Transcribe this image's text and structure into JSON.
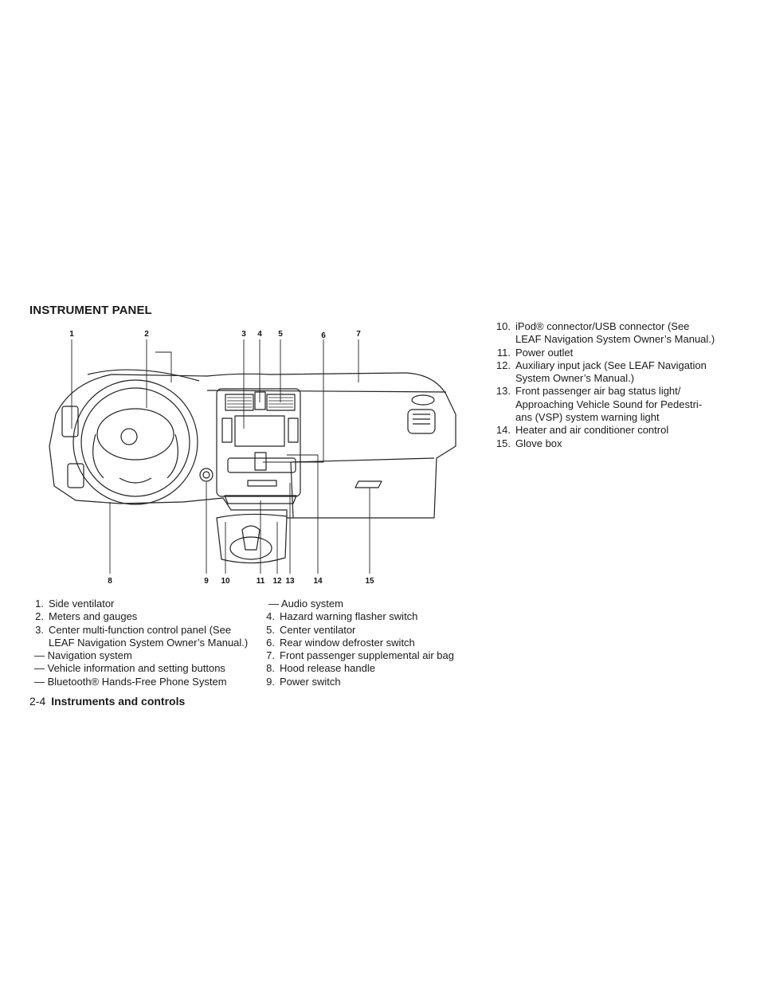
{
  "section_title": "INSTRUMENT PANEL",
  "callouts": [
    "1",
    "2",
    "3",
    "4",
    "5",
    "6",
    "7",
    "8",
    "9",
    "10",
    "11",
    "12",
    "13",
    "14",
    "15"
  ],
  "right_items": [
    {
      "num": "10.",
      "lines": [
        "iPod® connector/USB connector (See",
        "LEAF Navigation System Owner’s Manual.)"
      ]
    },
    {
      "num": "11.",
      "lines": [
        "Power outlet"
      ]
    },
    {
      "num": "12.",
      "lines": [
        "Auxiliary input jack (See LEAF Navigation",
        "System Owner’s Manual.)"
      ]
    },
    {
      "num": "13.",
      "lines": [
        "Front passenger air bag status light/",
        "Approaching Vehicle Sound for Pedestri-",
        "ans (VSP) system warning light"
      ]
    },
    {
      "num": "14.",
      "lines": [
        "Heater and air conditioner control"
      ]
    },
    {
      "num": "15.",
      "lines": [
        "Glove box"
      ]
    }
  ],
  "left_items": [
    {
      "num": "1.",
      "lines": [
        "Side ventilator"
      ]
    },
    {
      "num": "2.",
      "lines": [
        "Meters and gauges"
      ]
    },
    {
      "num": "3.",
      "lines": [
        "Center multi-function control panel (See",
        "LEAF Navigation System Owner’s Manual.)"
      ]
    }
  ],
  "left_subitems": [
    "— Navigation system",
    "— Vehicle information and setting buttons",
    "— Bluetooth® Hands-Free Phone System"
  ],
  "mid_subitem": "— Audio system",
  "mid_items": [
    {
      "num": "4.",
      "lines": [
        "Hazard warning flasher switch"
      ]
    },
    {
      "num": "5.",
      "lines": [
        "Center ventilator"
      ]
    },
    {
      "num": "6.",
      "lines": [
        "Rear window defroster switch"
      ]
    },
    {
      "num": "7.",
      "lines": [
        "Front passenger supplemental air bag"
      ]
    },
    {
      "num": "8.",
      "lines": [
        "Hood release handle"
      ]
    },
    {
      "num": "9.",
      "lines": [
        "Power switch"
      ]
    }
  ],
  "footer": {
    "page": "2-4",
    "title": "Instruments and controls"
  }
}
